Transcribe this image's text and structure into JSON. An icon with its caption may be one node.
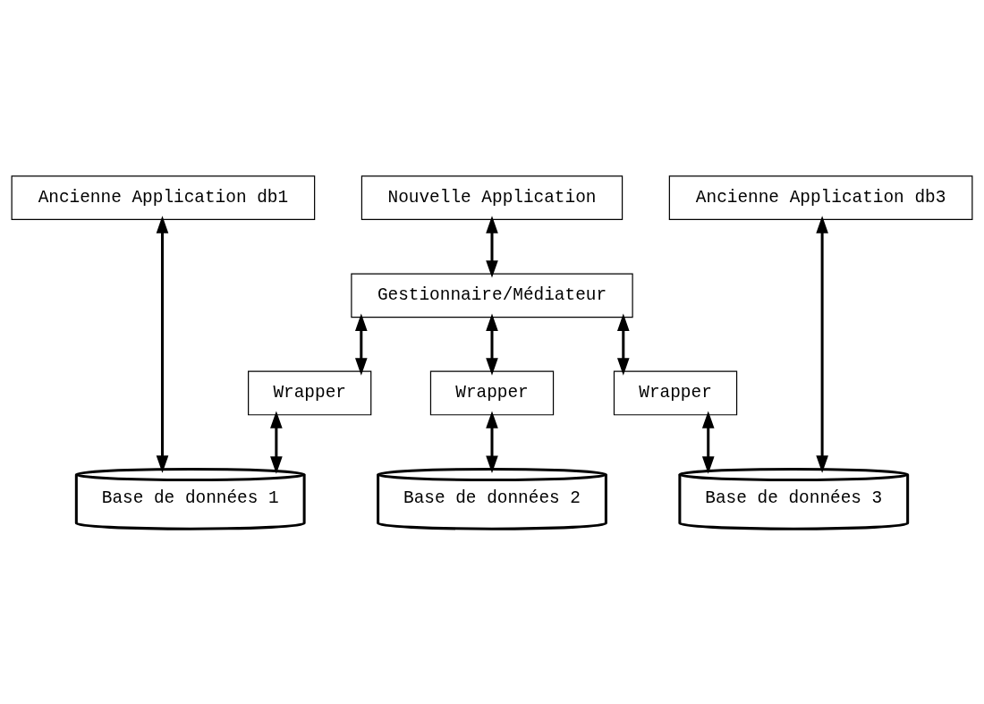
{
  "diagram": {
    "nodes": [
      {
        "text": [
          "Ancienne Application db1"
        ]
      },
      {
        "text": [
          "Nouvelle Application"
        ]
      },
      {
        "text": [
          "Ancienne Application db3"
        ]
      },
      {
        "text": [
          "Gestionnaire/Médiateur"
        ]
      },
      {
        "text": [
          "Wrapper"
        ]
      },
      {
        "text": [
          "Wrapper"
        ]
      },
      {
        "text": [
          "Wrapper"
        ]
      },
      {
        "text": [
          "Base de données 1"
        ]
      },
      {
        "text": [
          "Base de données 2"
        ]
      },
      {
        "text": [
          "Base de données 3"
        ]
      }
    ],
    "edges": [
      {
        "from": 1,
        "to": 3,
        "arrow": "both"
      },
      {
        "from": 3,
        "to": 4,
        "arrow": "both"
      },
      {
        "from": 3,
        "to": 5,
        "arrow": "both"
      },
      {
        "from": 3,
        "to": 6,
        "arrow": "both"
      },
      {
        "from": 4,
        "to": 7,
        "arrow": "both"
      },
      {
        "from": 5,
        "to": 8,
        "arrow": "both"
      },
      {
        "from": 6,
        "to": 9,
        "arrow": "both"
      },
      {
        "from": 0,
        "to": 7,
        "arrow": "both"
      },
      {
        "from": 2,
        "to": 9,
        "arrow": "both"
      }
    ]
  }
}
